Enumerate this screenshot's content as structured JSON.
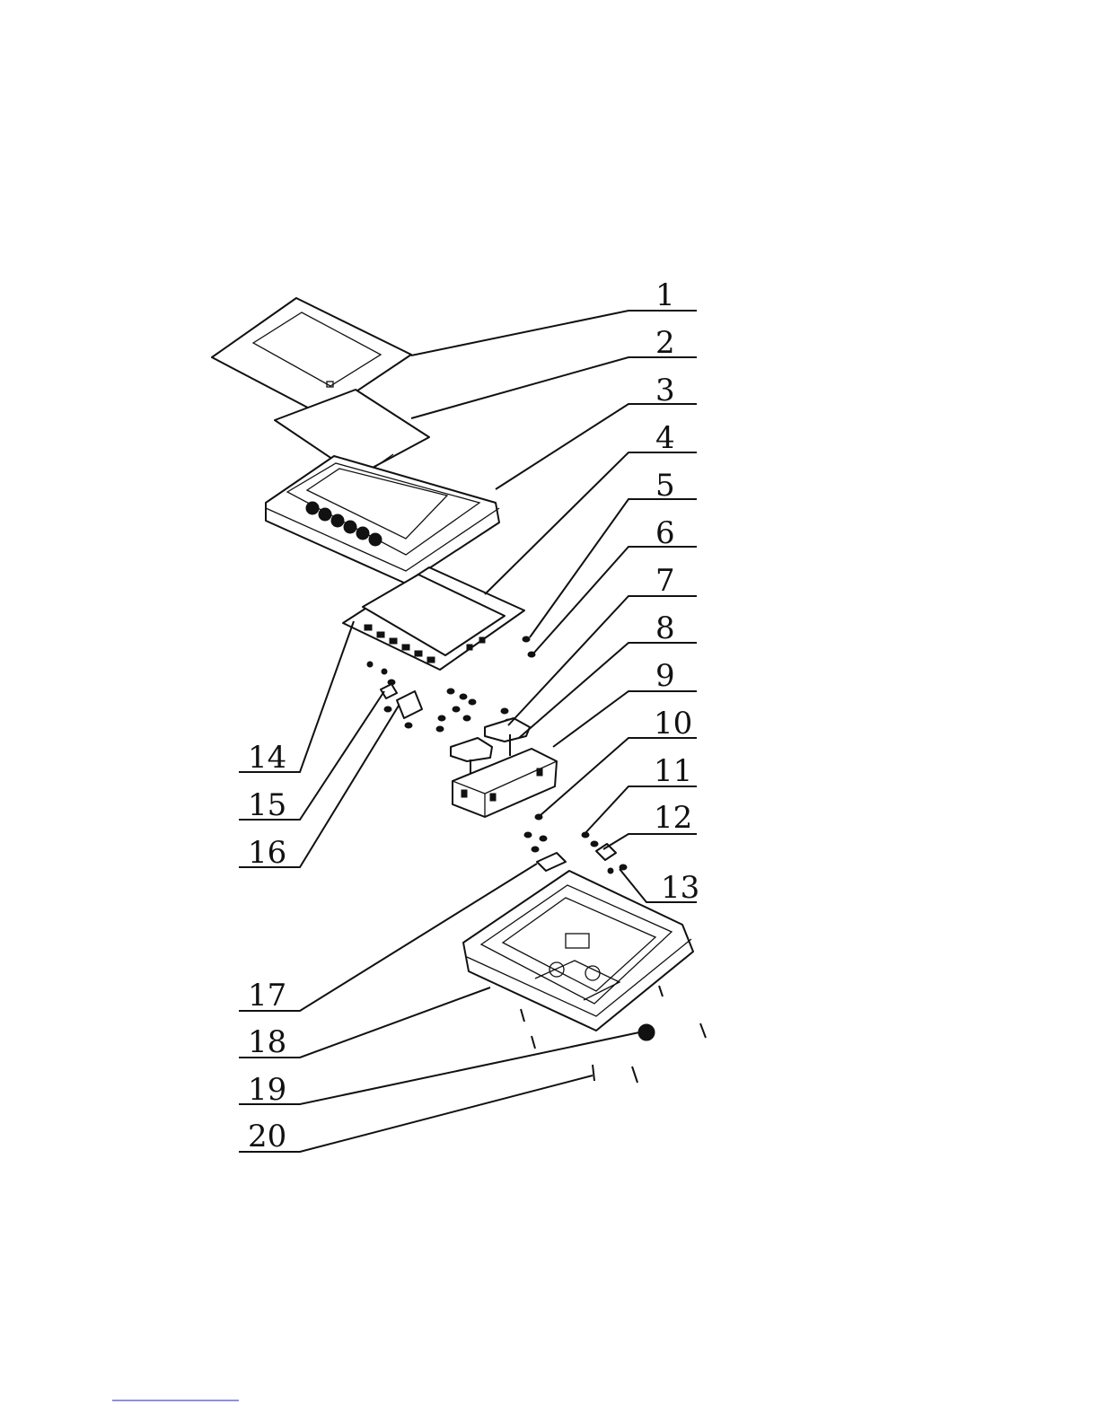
{
  "callouts": [
    {
      "number": "1"
    },
    {
      "number": "2"
    },
    {
      "number": "3"
    },
    {
      "number": "4"
    },
    {
      "number": "5"
    },
    {
      "number": "6"
    },
    {
      "number": "7"
    },
    {
      "number": "8"
    },
    {
      "number": "9"
    },
    {
      "number": "10"
    },
    {
      "number": "11"
    },
    {
      "number": "12"
    },
    {
      "number": "13"
    },
    {
      "number": "14"
    },
    {
      "number": "15"
    },
    {
      "number": "16"
    },
    {
      "number": "17"
    },
    {
      "number": "18"
    },
    {
      "number": "19"
    },
    {
      "number": "20"
    }
  ],
  "colors": {
    "line": "#111111",
    "background": "#ffffff"
  }
}
